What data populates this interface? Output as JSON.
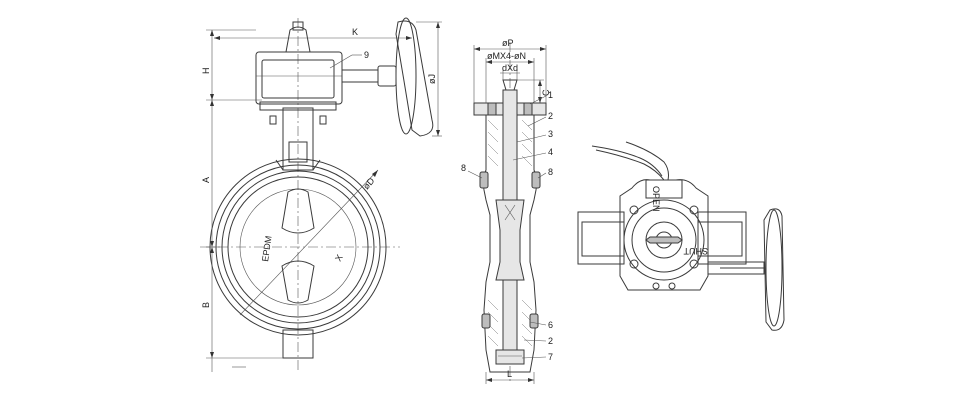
{
  "front_view": {
    "labels": {
      "K": "K",
      "H": "H",
      "J": "øJ",
      "A": "A",
      "B": "B",
      "D": "øD",
      "X": "X",
      "liner": "EPDM",
      "part9": "9"
    }
  },
  "side_view": {
    "labels": {
      "P": "øP",
      "MN": "øMX4-øN",
      "dxd": "dXd",
      "C": "C",
      "L": "L"
    },
    "part_numbers_right": [
      "1",
      "2",
      "3",
      "4",
      "8",
      "6",
      "2",
      "7"
    ],
    "part_numbers_left": [
      "8"
    ]
  },
  "actuator_view": {
    "labels": {
      "open": "OPEN",
      "shut": "SHUT"
    }
  }
}
